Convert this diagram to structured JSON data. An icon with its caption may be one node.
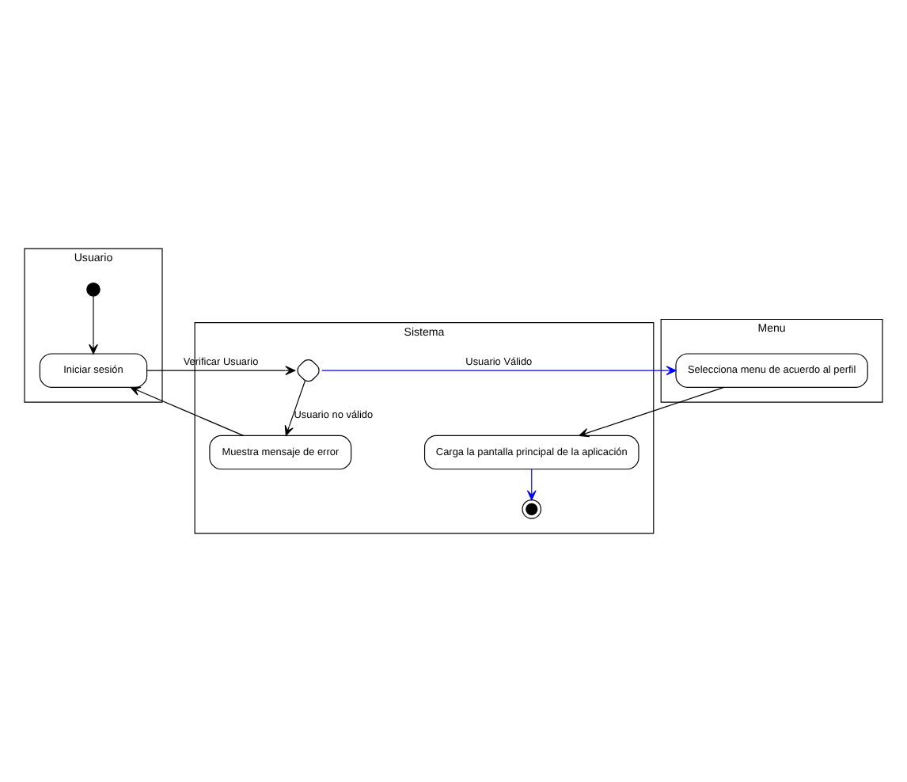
{
  "diagram": {
    "nodes": [
      {
        "text": [
          "Usuario"
        ]
      },
      {
        "text": [
          "Sistema"
        ]
      },
      {
        "text": [
          "Menu"
        ]
      },
      {
        "text": [],
        "shape": "circle",
        "in": 0
      },
      {
        "text": [
          "Iniciar sesión"
        ],
        "in": 0
      },
      {
        "text": [],
        "shape": "diamond",
        "in": 1
      },
      {
        "text": [
          "Selecciona menu de acuerdo al perfil"
        ],
        "in": 2
      },
      {
        "text": [
          "Muestra mensaje de error"
        ],
        "in": 1
      },
      {
        "text": [
          "Carga la pantalla principal de la aplicación"
        ],
        "in": 1
      },
      {
        "text": [],
        "shape": "circle",
        "in": 1
      }
    ],
    "edges": [
      {
        "from": 3,
        "to": 4,
        "arrow": "to"
      },
      {
        "from": 4,
        "to": 5,
        "arrow": "to",
        "label": "Verificar Usuario"
      },
      {
        "from": 5,
        "to": 6,
        "arrow": "to",
        "label": "Usuario Válido",
        "color": "#0000ff"
      },
      {
        "from": 5,
        "to": 7,
        "arrow": "to",
        "label": "Usuario no válido"
      },
      {
        "from": 7,
        "to": 4,
        "arrow": "to"
      },
      {
        "from": 6,
        "to": 8,
        "arrow": "to"
      },
      {
        "from": 8,
        "to": 9,
        "arrow": "to",
        "color": "#0000ff"
      }
    ]
  }
}
